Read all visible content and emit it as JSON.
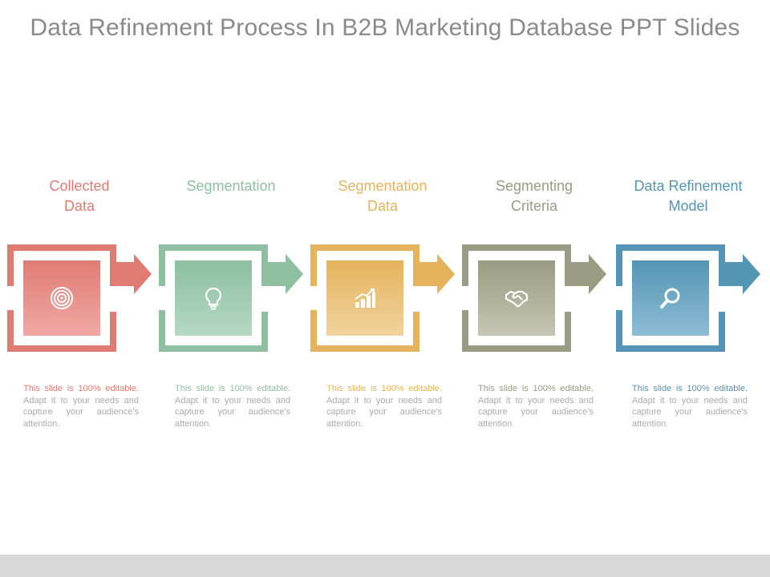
{
  "title": "Data Refinement Process In B2B Marketing Database PPT Slides",
  "steps": [
    {
      "label": "Collected\nData",
      "color": "#e07b74",
      "light": "#f0a8a4",
      "icon": "target-icon",
      "desc_highlight": "This slide is 100% editable.",
      "desc_rest": " Adapt it to your needs and capture your audience's attention."
    },
    {
      "label": "Segmentation",
      "color": "#8dbfa0",
      "light": "#b6d8c4",
      "icon": "lightbulb-icon",
      "desc_highlight": "This slide is 100% editable.",
      "desc_rest": " Adapt it to your needs and capture your audience's attention."
    },
    {
      "label": "Segmentation\nData",
      "color": "#e4b35c",
      "light": "#f1d39e",
      "icon": "growth-chart-icon",
      "desc_highlight": "This slide is 100% editable.",
      "desc_rest": " Adapt it to your needs and capture your audience's attention."
    },
    {
      "label": "Segmenting\nCriteria",
      "color": "#9b9a82",
      "light": "#c7c6b2",
      "icon": "handshake-icon",
      "desc_highlight": "This slide is 100% editable.",
      "desc_rest": " Adapt it to your needs and capture your audience's attention."
    },
    {
      "label": "Data Refinement\nModel",
      "color": "#5494b5",
      "light": "#8ebdd4",
      "icon": "magnifier-icon",
      "desc_highlight": "This slide is 100% editable.",
      "desc_rest": " Adapt it to your needs and capture your audience's attention."
    }
  ]
}
